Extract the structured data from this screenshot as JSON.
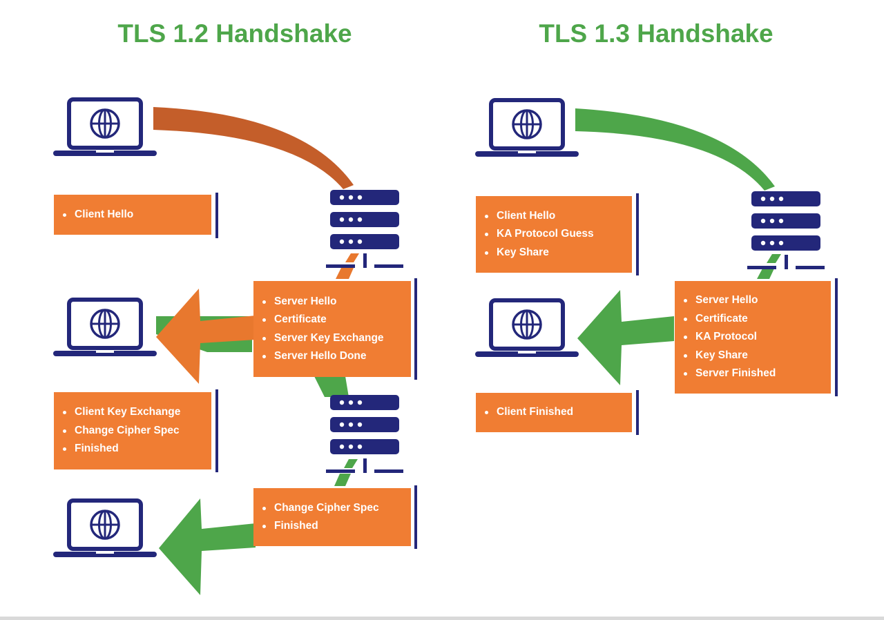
{
  "tls12": {
    "title": "TLS 1.2 Handshake",
    "client_hello": [
      "Client Hello"
    ],
    "server_response": [
      "Server Hello",
      "Certificate",
      "Server Key Exchange",
      "Server Hello Done"
    ],
    "client_finish": [
      "Client Key Exchange",
      "Change Cipher Spec",
      "Finished"
    ],
    "server_finish": [
      "Change Cipher Spec",
      "Finished"
    ]
  },
  "tls13": {
    "title": "TLS 1.3 Handshake",
    "client_hello": [
      "Client Hello",
      "KA Protocol Guess",
      "Key Share"
    ],
    "server_response": [
      "Server Hello",
      "Certificate",
      "KA Protocol",
      "Key Share",
      "Server Finished"
    ],
    "client_finish": [
      "Client Finished"
    ]
  },
  "colors": {
    "title_green": "#4ea64a",
    "box_orange": "#f07d33",
    "arrow_orange": "#e8782e",
    "arc_orange": "#c45e2a",
    "arrow_green": "#4ea64a",
    "navy": "#23277a"
  },
  "icons": [
    "laptop-globe-icon",
    "server-rack-icon"
  ]
}
